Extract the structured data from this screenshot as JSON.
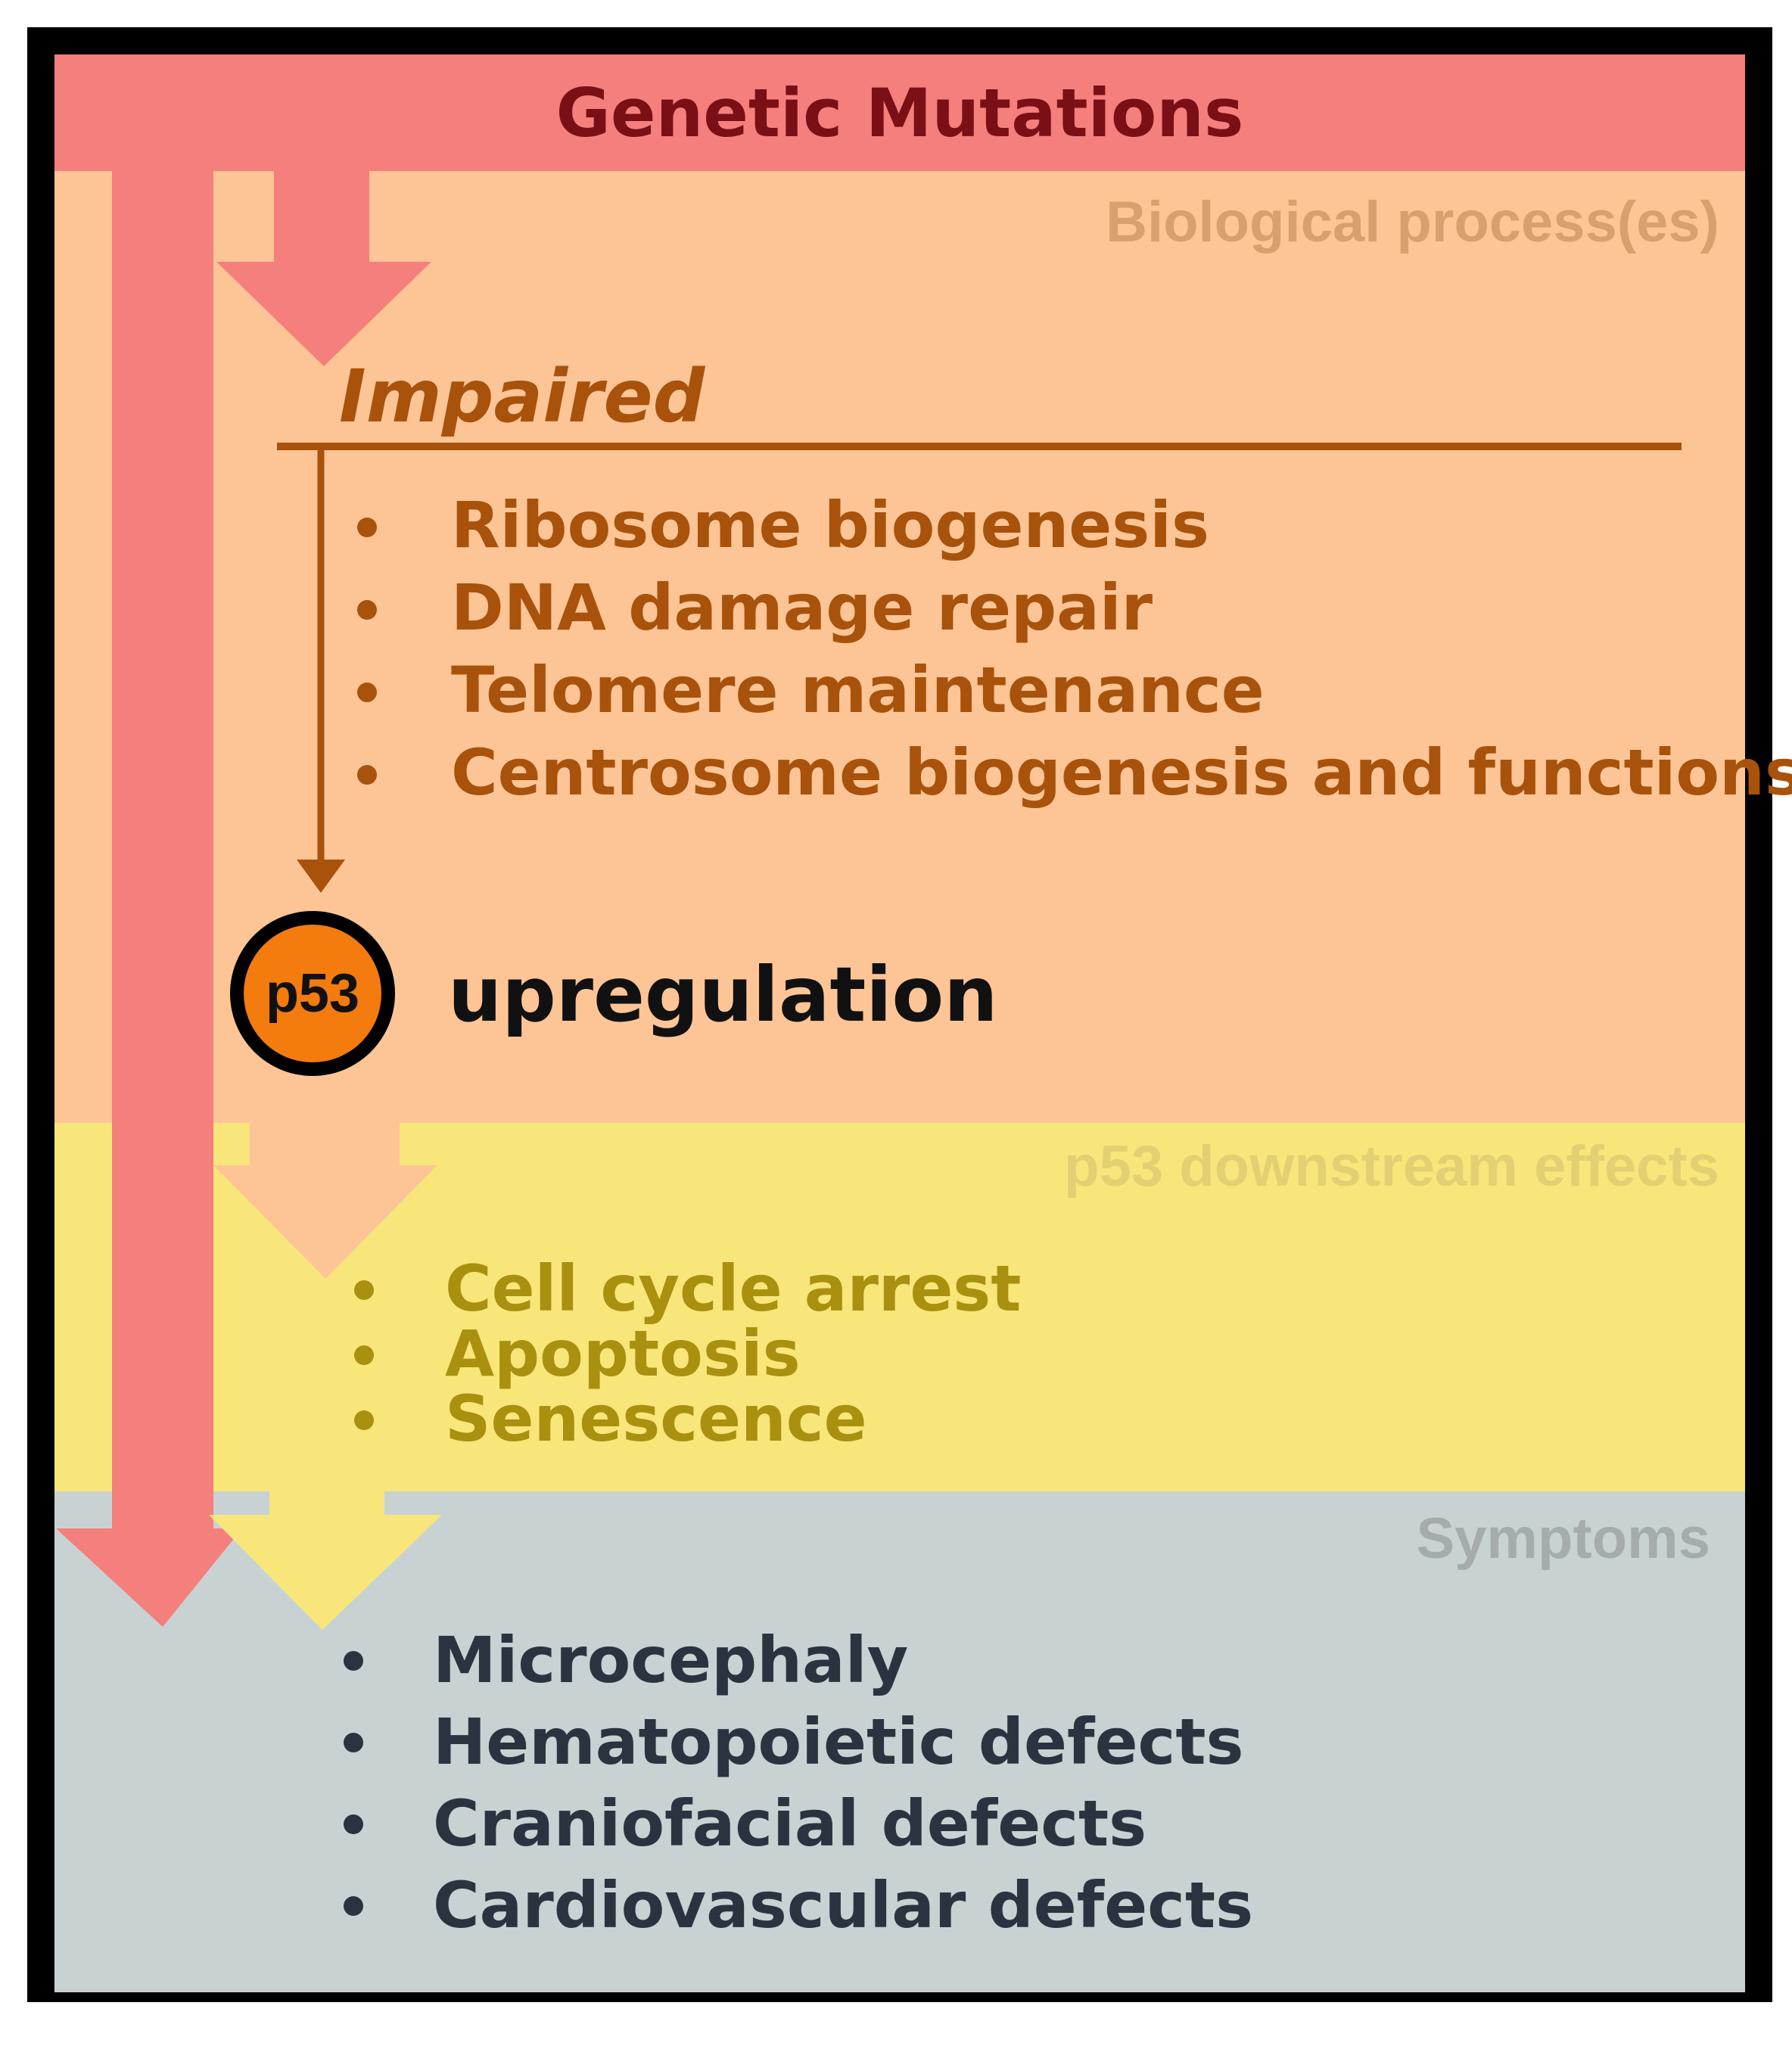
{
  "header": {
    "title": "Genetic Mutations"
  },
  "sections": {
    "biological": {
      "label": "Biological process(es)",
      "heading": "Impaired",
      "items": [
        "Ribosome biogenesis",
        "DNA damage repair",
        "Telomere maintenance",
        "Centrosome biogenesis and functions"
      ]
    },
    "p53_node": {
      "badge": "p53",
      "label": "upregulation"
    },
    "downstream": {
      "label": "p53 downstream effects",
      "items": [
        "Cell cycle arrest",
        "Apoptosis",
        "Senescence"
      ]
    },
    "symptoms": {
      "label": "Symptoms",
      "items": [
        "Microcephaly",
        "Hematopoietic defects",
        "Craniofacial defects",
        "Cardiovascular defects"
      ]
    }
  },
  "colors": {
    "mutations": "#f47f7c",
    "biological": "#fdc596",
    "downstream": "#f8e67b",
    "symptoms": "#c8d2d2",
    "impaired_text": "#a8520b",
    "downstream_text": "#a9900e",
    "symptoms_text": "#2a3440",
    "p53_fill": "#f47b0d"
  }
}
